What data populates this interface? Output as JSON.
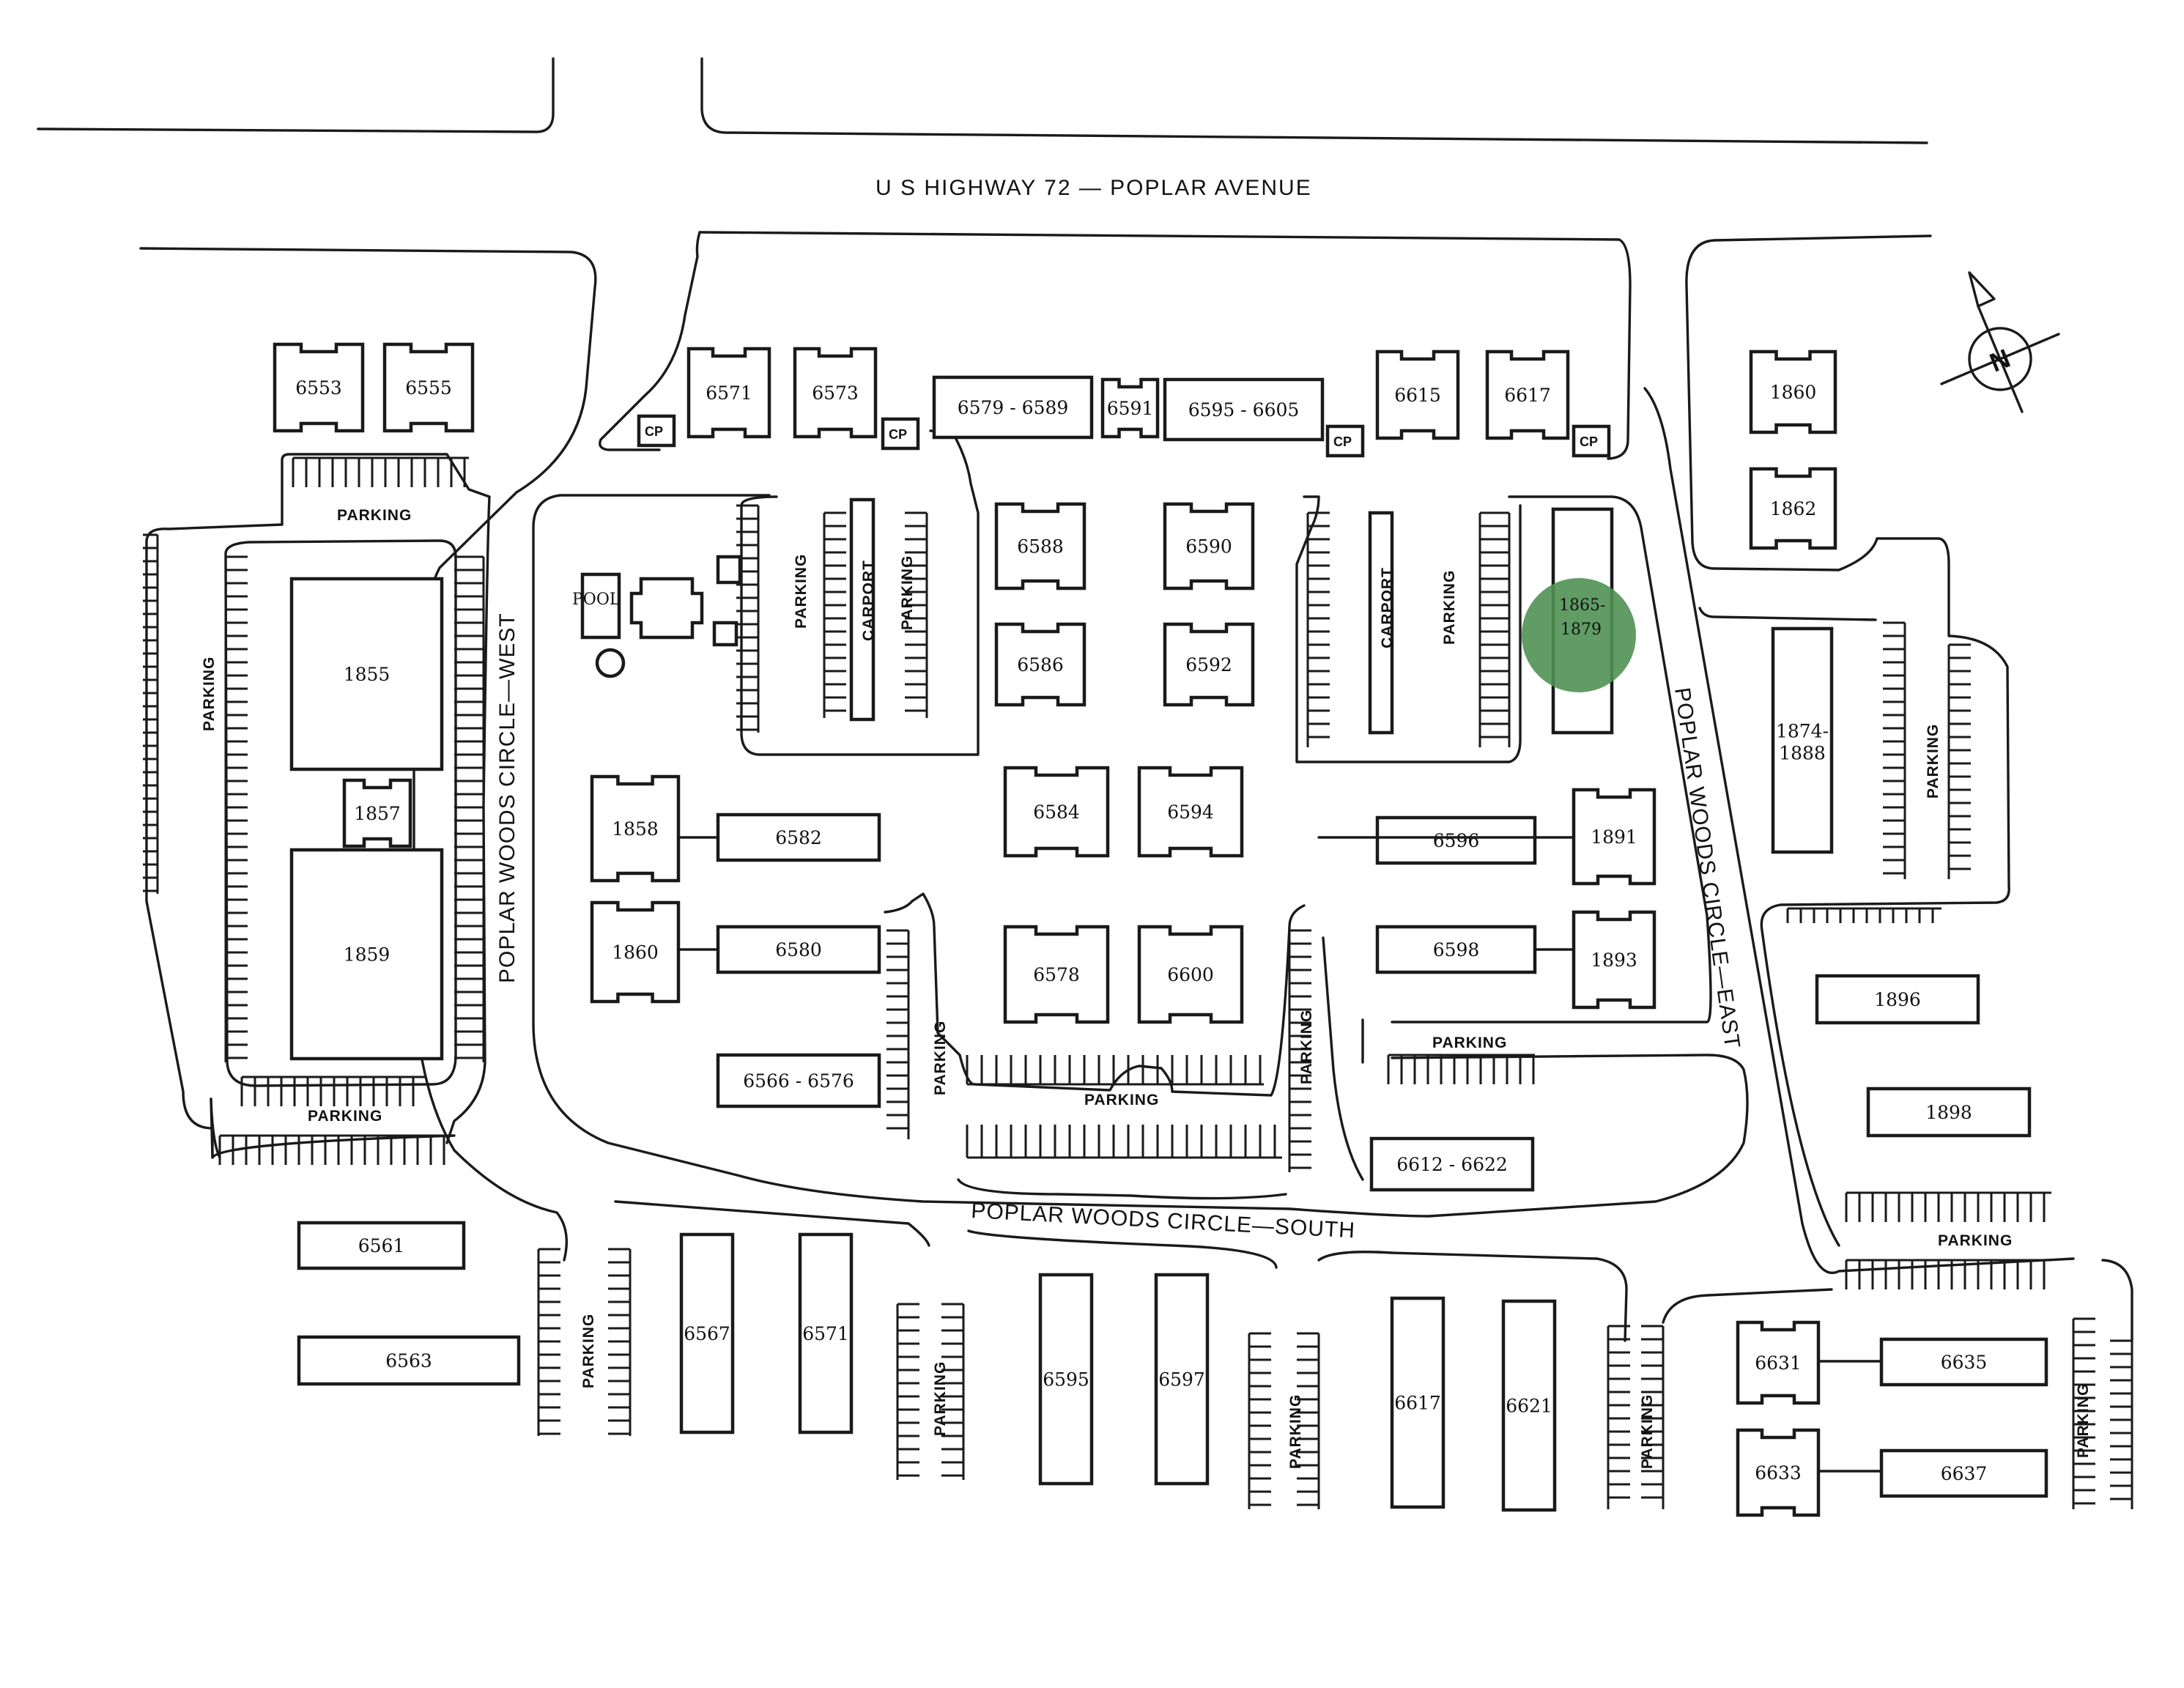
{
  "map": {
    "highway_label": "U S HIGHWAY 72 — POPLAR AVENUE",
    "street_west": "POPLAR WOODS CIRCLE—WEST",
    "street_south": "POPLAR WOODS CIRCLE—SOUTH",
    "street_east": "POPLAR WOODS CIRCLE—EAST",
    "north_letter": "N",
    "parking_label": "PARKING",
    "carport_label": "CARPORT",
    "cp_label": "CP",
    "pool_label": "POOL",
    "highlight_color": "#4f9153",
    "highlighted_building": "1865-1879"
  },
  "buildings": [
    {
      "label": "6553"
    },
    {
      "label": "6555"
    },
    {
      "label": "6571"
    },
    {
      "label": "6573"
    },
    {
      "label": "6579 - 6589"
    },
    {
      "label": "6591"
    },
    {
      "label": "6595 - 6605"
    },
    {
      "label": "6615"
    },
    {
      "label": "6617"
    },
    {
      "label": "1860"
    },
    {
      "label": "1862"
    },
    {
      "label": "6588"
    },
    {
      "label": "6590"
    },
    {
      "label": "6586"
    },
    {
      "label": "6592"
    },
    {
      "label": "1865-",
      "label2": "1879"
    },
    {
      "label": "1874-",
      "label2": "1888"
    },
    {
      "label": "1855"
    },
    {
      "label": "1857"
    },
    {
      "label": "1859"
    },
    {
      "label": "1858"
    },
    {
      "label": "6582"
    },
    {
      "label": "1860"
    },
    {
      "label": "6580"
    },
    {
      "label": "6584"
    },
    {
      "label": "6594"
    },
    {
      "label": "6596"
    },
    {
      "label": "1891"
    },
    {
      "label": "6598"
    },
    {
      "label": "1893"
    },
    {
      "label": "6578"
    },
    {
      "label": "6600"
    },
    {
      "label": "6566 - 6576"
    },
    {
      "label": "1896"
    },
    {
      "label": "1898"
    },
    {
      "label": "6612 - 6622"
    },
    {
      "label": "6561"
    },
    {
      "label": "6563"
    },
    {
      "label": "6567"
    },
    {
      "label": "6571"
    },
    {
      "label": "6595"
    },
    {
      "label": "6597"
    },
    {
      "label": "6617"
    },
    {
      "label": "6621"
    },
    {
      "label": "6631"
    },
    {
      "label": "6635"
    },
    {
      "label": "6633"
    },
    {
      "label": "6637"
    }
  ]
}
